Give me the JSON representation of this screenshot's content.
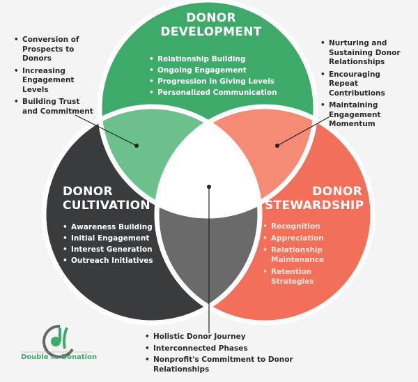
{
  "colors": {
    "development": "#3daa6a",
    "cultivation": "#3a3b3d",
    "stewardship": "#f2705a",
    "dev_cult": "#6cc08c",
    "dev_stew": "#f58a75",
    "cult_stew": "#6a6a6a",
    "center": "#ffffff"
  },
  "development": {
    "title_1": "DONOR",
    "title_2": "DEVELOPMENT",
    "items": [
      "Relationship Building",
      "Ongoing Engagement",
      "Progression in Giving Levels",
      "Personalized Communication"
    ]
  },
  "cultivation": {
    "title_1": "DONOR",
    "title_2": "CULTIVATION",
    "items": [
      "Awareness Building",
      "Initial Engagement",
      "Interest Generation",
      "Outreach Initiatives"
    ]
  },
  "stewardship": {
    "title_1": "DONOR",
    "title_2": "STEWARDSHIP",
    "items": [
      "Recognition",
      "Appreciation",
      "Relationship Maintenance",
      "Retention Strategies"
    ]
  },
  "left_callout": {
    "items": [
      "Conversion of Prospects to Donors",
      "Increasing Engagement Levels",
      "Building Trust and Commitment"
    ]
  },
  "right_callout": {
    "items": [
      "Nurturing and Sustaining Donor Relationships",
      "Encouraging Repeat Contributions",
      "Maintaining Engagement Momentum"
    ]
  },
  "bottom_callout": {
    "items": [
      "Holistic Donor Journey",
      "Interconnected Phases",
      "Nonprofit's Commitment to Donor Relationships"
    ]
  },
  "logo": {
    "text_1": "Double",
    "text_mid": "the",
    "text_2": "Donation"
  }
}
